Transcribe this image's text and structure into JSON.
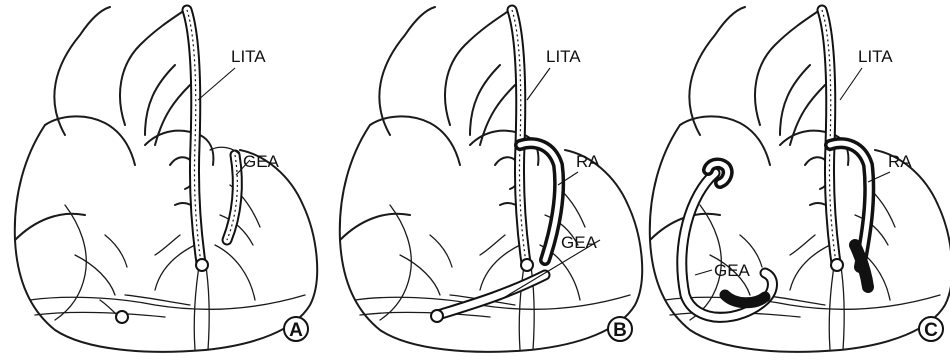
{
  "panels": [
    {
      "id": "A",
      "letter": "A",
      "labels": {
        "top": "LITA",
        "mid": "GEA"
      }
    },
    {
      "id": "B",
      "letter": "B",
      "labels": {
        "top": "LITA",
        "mid": "RA",
        "low": "GEA"
      }
    },
    {
      "id": "C",
      "letter": "C",
      "labels": {
        "top": "LITA",
        "mid": "RA",
        "low": "GEA"
      }
    }
  ]
}
